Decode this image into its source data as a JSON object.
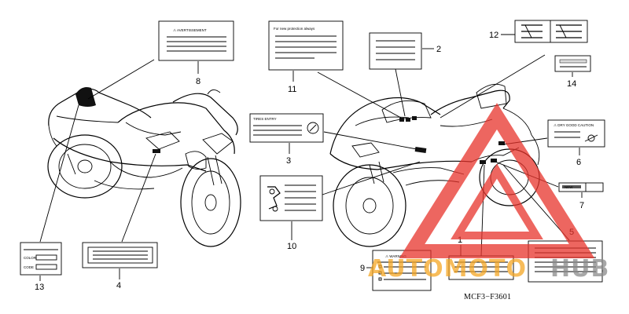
{
  "labels": {
    "l1": "1",
    "l2": "2",
    "l3": "3",
    "l4": "4",
    "l5": "5",
    "l6": "6",
    "l7": "7",
    "l8": "8",
    "l9": "9",
    "l10": "10",
    "l11": "11",
    "l12": "12",
    "l13": "13",
    "l14": "14"
  },
  "texts": {
    "avertissement": "⚠ AVERTISSEMENT",
    "for_protection": "For new protection always",
    "tire_info": "TIRES ENTRY",
    "warning": "⚠ WARNING",
    "airbag_caution": "⚠ DRY GOOD CAUTION",
    "color": "COLOR",
    "code": "CODE",
    "label7": "NEW"
  },
  "diagram_code": "MCF3−F3601",
  "watermark": {
    "text_automoto": "AUTOMOTO",
    "text_hub": "HUB",
    "color_red": "#e8332b",
    "color_orange": "#f5a623",
    "color_gray": "#8a8a8a"
  }
}
